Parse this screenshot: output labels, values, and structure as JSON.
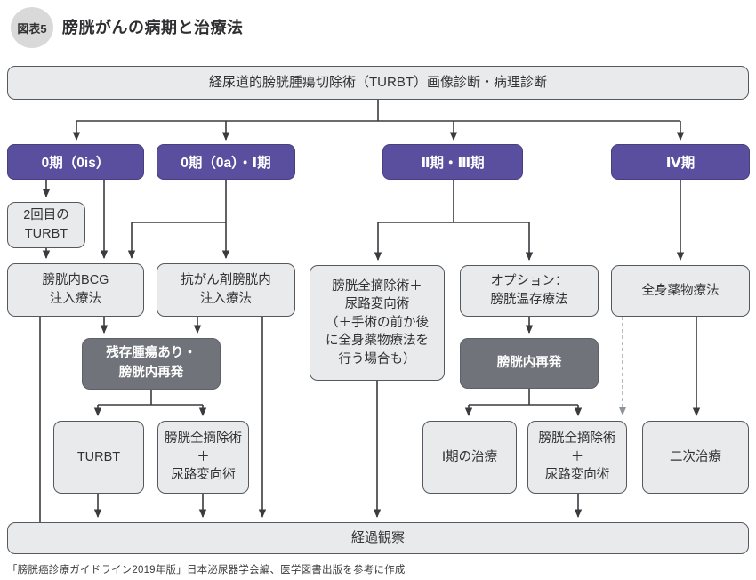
{
  "figure": {
    "badge": "図表5",
    "title": "膀胱がんの病期と治療法",
    "source": "「膀胱癌診療ガイドライン2019年版」日本泌尿器学会編、医学図書出版を参考に作成"
  },
  "colors": {
    "stage_purple": "#5a4f9f",
    "recurrence_gray": "#70747a",
    "box_fill": "#e9eaec",
    "box_border": "#55585e",
    "line": "#3b3b3f",
    "dashed_line": "#9aa0a6"
  },
  "nodes": {
    "diagnosis": "経尿道的膀胱腫瘍切除術（TURBT）画像診断・病理診断",
    "stage_0is": "0期（0is）",
    "stage_0a_1": "0期（0a）・Ⅰ期",
    "stage_2_3": "Ⅱ期・Ⅲ期",
    "stage_4": "Ⅳ期",
    "second_turbt": "2回目の\nTURBT",
    "bcg_therapy": "膀胱内BCG\n注入療法",
    "chemo_intravesical": "抗がん剤膀胱内\n注入療法",
    "residual_recurrence": "残存腫瘍あり・\n膀胱内再発",
    "cystectomy_main": "膀胱全摘除術＋\n尿路変向術\n（＋手術の前か後\nに全身薬物療法を\n行う場合も）",
    "option_preservation": "オプション：\n膀胱温存療法",
    "systemic_therapy": "全身薬物療法",
    "intravesical_recurrence": "膀胱内再発",
    "turbt": "TURBT",
    "cystectomy_left": "膀胱全摘除術\n＋\n尿路変向術",
    "stage1_treatment": "Ⅰ期の治療",
    "cystectomy_right": "膀胱全摘除術\n＋\n尿路変向術",
    "second_line_treatment": "二次治療",
    "follow_up": "経過観察"
  }
}
